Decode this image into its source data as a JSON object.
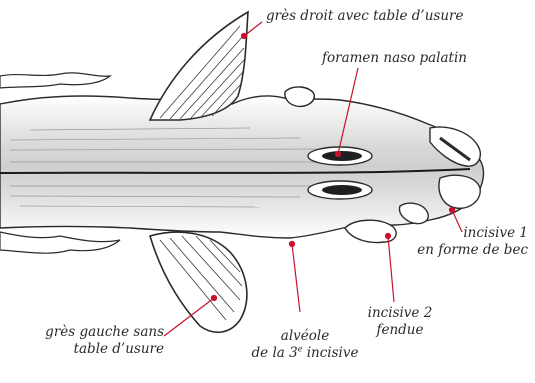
{
  "labels": {
    "gres_droit": "grès droit avec table d’usure",
    "foramen": "foramen naso palatin",
    "incisive1_line1": "incisive 1",
    "incisive1_line2": "en forme de bec",
    "incisive2_line1": "incisive 2",
    "incisive2_line2": "fendue",
    "alveole_line1": "alvéole",
    "alveole_line2_pre": "de la 3",
    "alveole_line2_sup": "e",
    "alveole_line2_post": " incisive",
    "gres_gauche_line1": "grès gauche sans",
    "gres_gauche_line2": "table d’usure"
  },
  "colors": {
    "leader": "#c8102e",
    "text": "#2a2a2a",
    "ink": "#2b2b2b"
  }
}
